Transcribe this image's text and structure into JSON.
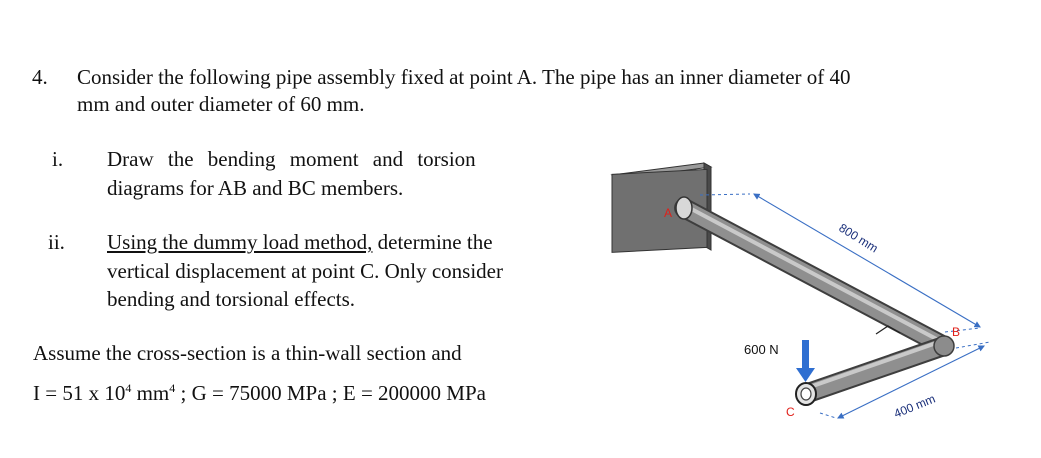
{
  "question": {
    "number": "4.",
    "stem_line1": "Consider the following pipe assembly fixed at point A. The pipe has an inner diameter of 40",
    "stem_line2": "mm and outer diameter of 60 mm."
  },
  "parts": [
    {
      "marker": "i.",
      "line1": "Draw the bending moment and torsion",
      "line2": "diagrams for AB and BC members."
    },
    {
      "marker": "ii.",
      "line1_underlined": "Using the dummy load method,",
      "line1_rest": " determine the",
      "line2": "vertical displacement at point C. Only consider",
      "line3": "bending and torsional effects."
    }
  ],
  "assumption": "Assume the cross-section is a thin-wall section and",
  "properties": {
    "I_prefix": "I = 51 x 10",
    "I_exp": "4",
    "I_unit": " mm",
    "I_unit_exp": "4",
    "rest": " ; G = 75000 MPa ;  E = 200000 MPa"
  },
  "figure": {
    "point_a": "A",
    "point_b": "B",
    "point_c": "C",
    "load": "600 N",
    "dim_ab": "800 mm",
    "dim_bc": "400 mm",
    "colors": {
      "point_label": "#e0201a",
      "dimension": "#3a6fc4",
      "load_arrow": "#2f6fd1",
      "wall": "#6e6e6e",
      "pipe": "#8a8a8a"
    }
  }
}
